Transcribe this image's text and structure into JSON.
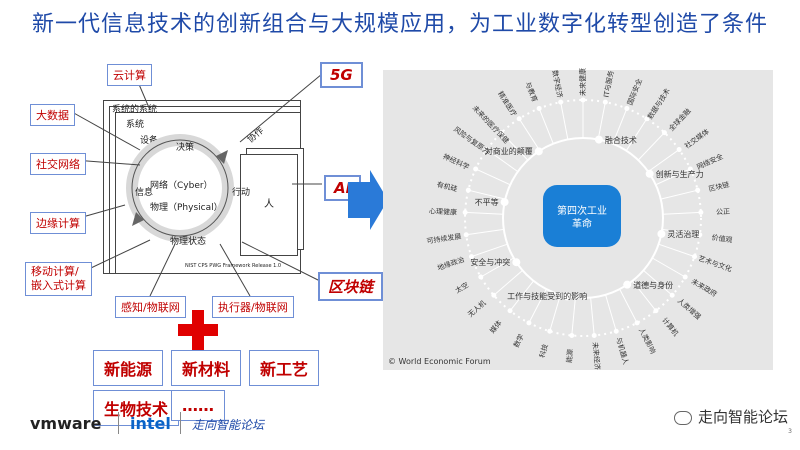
{
  "title": "新一代信息技术的创新组合与大规模应用，为工业数字化转型创造了条件",
  "left_labels": [
    "云计算",
    "大数据",
    "社交网络",
    "边缘计算",
    "移动计算/\n嵌入式计算",
    "感知/物联网",
    "执行器/物联网"
  ],
  "tech_labels": [
    "5G",
    "AI",
    "区块链"
  ],
  "diagram": {
    "system_of_systems": "系统的系统",
    "system": "系统",
    "device": "设备",
    "decision": "决策",
    "network": "网络（Cyber）",
    "physical": "物理（Physical）",
    "physical_state": "物理状态",
    "info": "信息",
    "action": "行动",
    "collab": "协作",
    "person": "人",
    "caption": "NIST CPS PWG Framework Release 1.0"
  },
  "bottom_items": [
    "新能源",
    "新材料",
    "新工艺",
    "生物技术",
    "……"
  ],
  "right_panel": {
    "center": "第四次工业\n革命",
    "inner": [
      "融合技术",
      "创新与生产力",
      "灵活治理",
      "道德与身份",
      "工作与技能受到的影响",
      "安全与冲突",
      "不平等",
      "对商业的颠覆"
    ],
    "outer": [
      "未来健康",
      "IT与服务",
      "国际安全",
      "数据与技术",
      "全球金融",
      "社交媒体",
      "网络安全",
      "区块链",
      "公正",
      "价值观",
      "艺术与文化",
      "未来政府",
      "人类增强",
      "计算机",
      "人类影响",
      "与机器人",
      "未来经济",
      "能源",
      "科技",
      "数学",
      "媒体",
      "无人机",
      "太空",
      "地缘政治",
      "可持续发展",
      "心理健康",
      "有机硅",
      "神经科学",
      "风险与复原力",
      "未来的医疗保健",
      "精准医疗",
      "与教育",
      "数字经济"
    ],
    "copyright": "© World Economic Forum"
  },
  "footer": {
    "vmware": "vmware",
    "intel": "intel",
    "brand_script": "走向智能论坛",
    "watermark": "走向智能论坛",
    "page": "3"
  },
  "colors": {
    "title": "#1f4aa8",
    "label_red": "#c00000",
    "accent_blue": "#2a7ad8",
    "panel_bg": "#e6e6e6"
  }
}
